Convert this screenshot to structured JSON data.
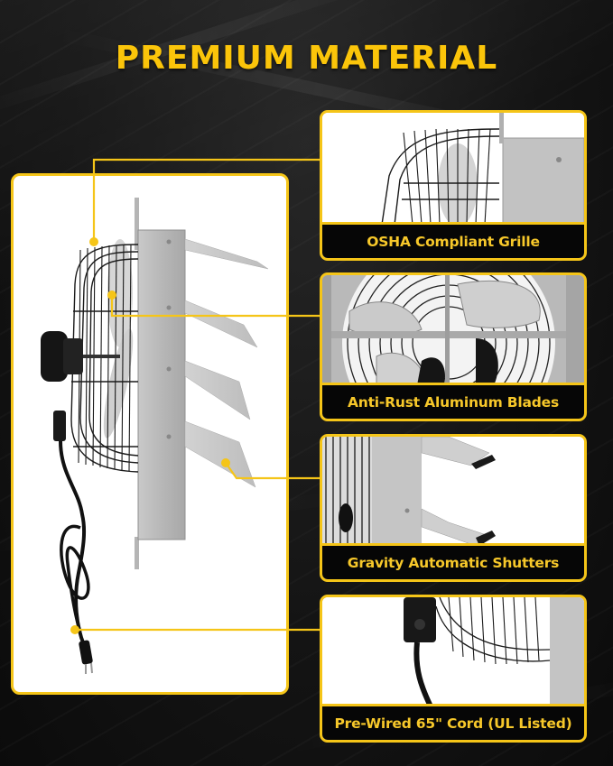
{
  "header": {
    "title": "PREMIUM MATERIAL"
  },
  "colors": {
    "accent_yellow": "#f5c518",
    "title_yellow": "#fbc50a",
    "background": "#121212",
    "caption_bg": "#060606"
  },
  "main_image": {
    "subject": "wall-mounted shutter exhaust fan, side view, with power cord and plug",
    "icon": "fan-side-view-image"
  },
  "features": [
    {
      "label": "OSHA Compliant Grille",
      "icon": "wire-grille-image"
    },
    {
      "label": "Anti-Rust Aluminum Blades",
      "icon": "aluminum-blades-image"
    },
    {
      "label": "Gravity Automatic Shutters",
      "icon": "shutters-image"
    },
    {
      "label": "Pre-Wired 65\" Cord (UL Listed)",
      "icon": "power-cord-image"
    }
  ]
}
